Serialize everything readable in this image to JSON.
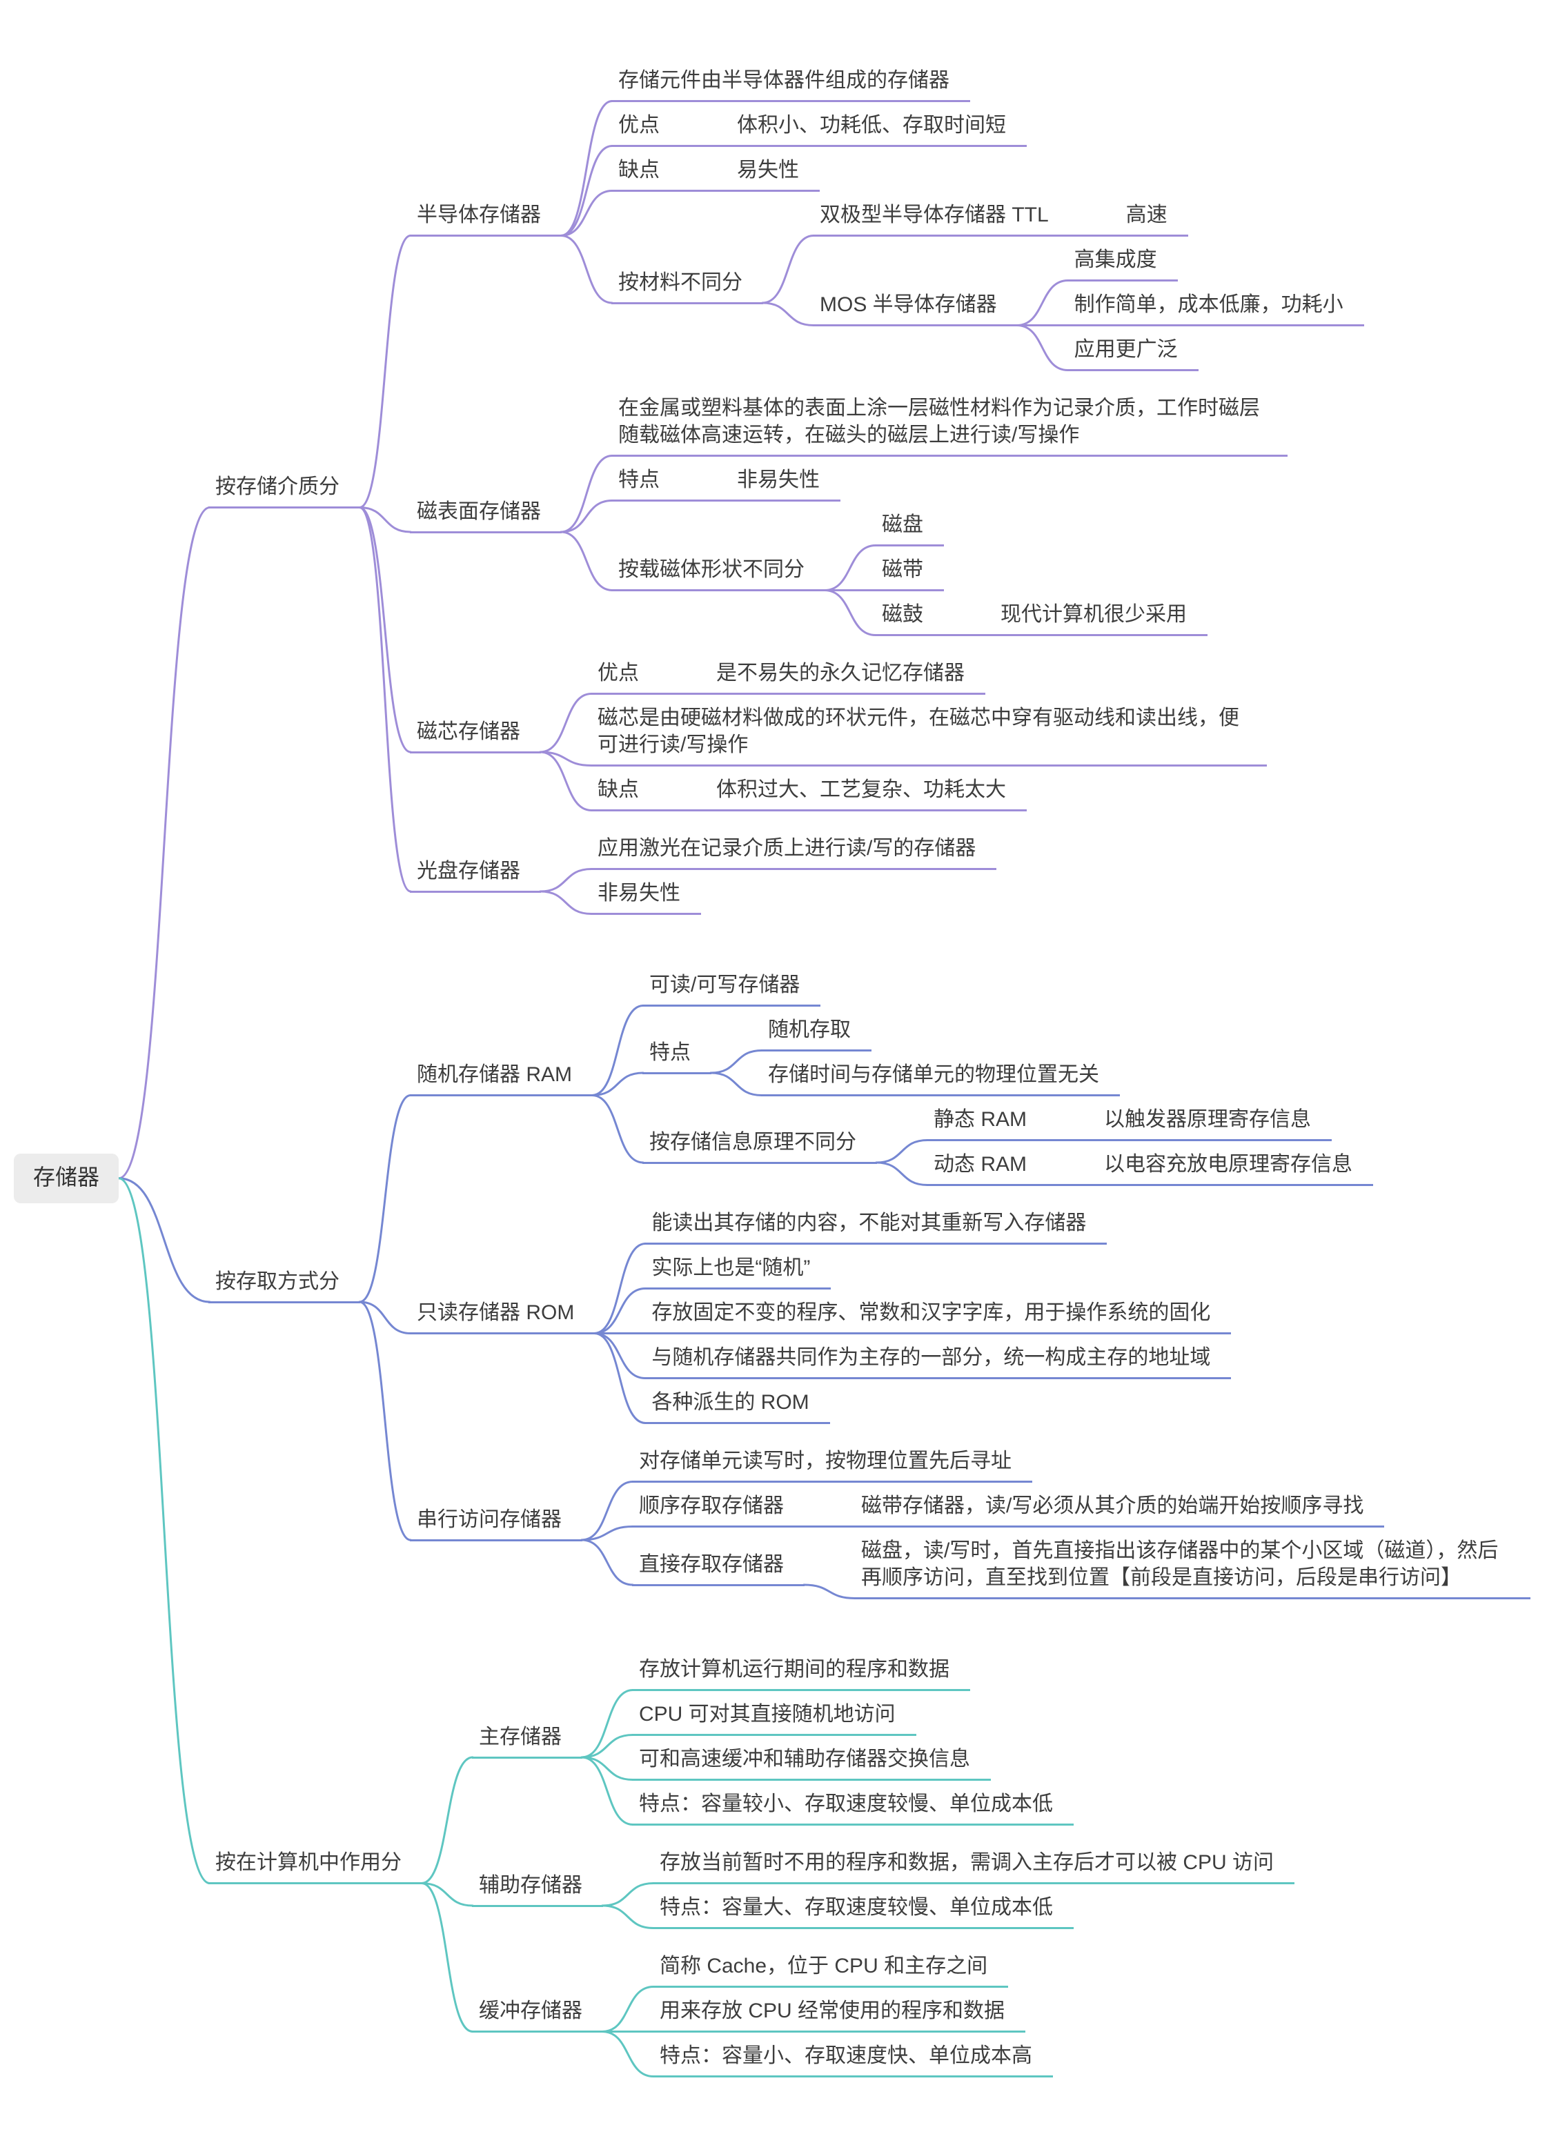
{
  "colors": {
    "background": "#FFFFFF",
    "root_background": "#ECECEC",
    "text": "#3D3D3D",
    "branch_medium": "#9E8DD8",
    "branch_access": "#7587D2",
    "branch_role": "#5EC6C1"
  },
  "root": {
    "label": "存储器",
    "children": [
      {
        "label": "按存储介质分",
        "color": "#9E8DD8",
        "children": [
          {
            "label": "半导体存储器",
            "children": [
              {
                "label": "存储元件由半导体器件组成的存储器"
              },
              {
                "label": "优点",
                "children": [
                  {
                    "label": "体积小、功耗低、存取时间短"
                  }
                ]
              },
              {
                "label": "缺点",
                "children": [
                  {
                    "label": "易失性"
                  }
                ]
              },
              {
                "label": "按材料不同分",
                "children": [
                  {
                    "label": "双极型半导体存储器 TTL",
                    "children": [
                      {
                        "label": "高速"
                      }
                    ]
                  },
                  {
                    "label": "MOS 半导体存储器",
                    "children": [
                      {
                        "label": "高集成度"
                      },
                      {
                        "label": "制作简单，成本低廉，功耗小"
                      },
                      {
                        "label": "应用更广泛"
                      }
                    ]
                  }
                ]
              }
            ]
          },
          {
            "label": "磁表面存储器",
            "children": [
              {
                "label": "在金属或塑料基体的表面上涂一层磁性材料作为记录介质，工作时磁层随载磁体高速运转，在磁头的磁层上进行读/写操作",
                "wrap": true
              },
              {
                "label": "特点",
                "children": [
                  {
                    "label": "非易失性"
                  }
                ]
              },
              {
                "label": "按载磁体形状不同分",
                "children": [
                  {
                    "label": "磁盘"
                  },
                  {
                    "label": "磁带"
                  },
                  {
                    "label": "磁鼓",
                    "children": [
                      {
                        "label": "现代计算机很少采用"
                      }
                    ]
                  }
                ]
              }
            ]
          },
          {
            "label": "磁芯存储器",
            "children": [
              {
                "label": "优点",
                "children": [
                  {
                    "label": "是不易失的永久记忆存储器"
                  }
                ]
              },
              {
                "label": "磁芯是由硬磁材料做成的环状元件，在磁芯中穿有驱动线和读出线，便可进行读/写操作",
                "wrap": true
              },
              {
                "label": "缺点",
                "children": [
                  {
                    "label": "体积过大、工艺复杂、功耗太大"
                  }
                ]
              }
            ]
          },
          {
            "label": "光盘存储器",
            "children": [
              {
                "label": "应用激光在记录介质上进行读/写的存储器"
              },
              {
                "label": "非易失性"
              }
            ]
          }
        ]
      },
      {
        "label": "按存取方式分",
        "color": "#7587D2",
        "children": [
          {
            "label": "随机存储器 RAM",
            "children": [
              {
                "label": "可读/可写存储器"
              },
              {
                "label": "特点",
                "children": [
                  {
                    "label": "随机存取"
                  },
                  {
                    "label": "存储时间与存储单元的物理位置无关"
                  }
                ]
              },
              {
                "label": "按存储信息原理不同分",
                "children": [
                  {
                    "label": "静态 RAM",
                    "children": [
                      {
                        "label": "以触发器原理寄存信息"
                      }
                    ]
                  },
                  {
                    "label": "动态 RAM",
                    "children": [
                      {
                        "label": "以电容充放电原理寄存信息"
                      }
                    ]
                  }
                ]
              }
            ]
          },
          {
            "label": "只读存储器 ROM",
            "children": [
              {
                "label": "能读出其存储的内容，不能对其重新写入存储器"
              },
              {
                "label": "实际上也是“随机”"
              },
              {
                "label": "存放固定不变的程序、常数和汉字字库，用于操作系统的固化"
              },
              {
                "label": "与随机存储器共同作为主存的一部分，统一构成主存的地址域"
              },
              {
                "label": "各种派生的 ROM"
              }
            ]
          },
          {
            "label": "串行访问存储器",
            "children": [
              {
                "label": "对存储单元读写时，按物理位置先后寻址"
              },
              {
                "label": "顺序存取存储器",
                "children": [
                  {
                    "label": "磁带存储器，读/写必须从其介质的始端开始按顺序寻找"
                  }
                ]
              },
              {
                "label": "直接存取存储器",
                "children": [
                  {
                    "label": "磁盘，读/写时，首先直接指出该存储器中的某个小区域（磁道），然后再顺序访问，直至找到位置【前段是直接访问，后段是串行访问】",
                    "wrap": true
                  }
                ]
              }
            ]
          }
        ]
      },
      {
        "label": "按在计算机中作用分",
        "color": "#5EC6C1",
        "children": [
          {
            "label": "主存储器",
            "children": [
              {
                "label": "存放计算机运行期间的程序和数据"
              },
              {
                "label": "CPU 可对其直接随机地访问"
              },
              {
                "label": "可和高速缓冲和辅助存储器交换信息"
              },
              {
                "label": "特点：容量较小、存取速度较慢、单位成本低"
              }
            ]
          },
          {
            "label": "辅助存储器",
            "children": [
              {
                "label": "存放当前暂时不用的程序和数据，需调入主存后才可以被 CPU 访问"
              },
              {
                "label": "特点：容量大、存取速度较慢、单位成本低"
              }
            ]
          },
          {
            "label": "缓冲存储器",
            "children": [
              {
                "label": "简称 Cache，位于 CPU 和主存之间"
              },
              {
                "label": "用来存放 CPU 经常使用的程序和数据"
              },
              {
                "label": "特点：容量小、存取速度快、单位成本高"
              }
            ]
          }
        ]
      }
    ]
  }
}
